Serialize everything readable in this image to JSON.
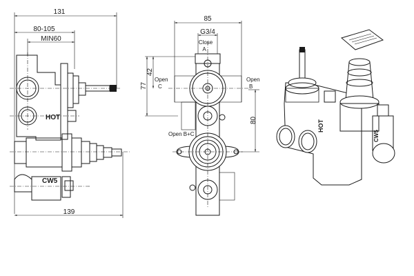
{
  "side_view": {
    "dim_overall_depth": "131",
    "dim_adjust_range": "80-105",
    "dim_min_depth": "MIN60",
    "dim_bottom_depth": "139",
    "label_hot": "HOT",
    "label_cw5": "CW5"
  },
  "front_view": {
    "dim_width": "85",
    "dim_thread": "G3/4",
    "label_close": "Close",
    "label_port_a": "A",
    "dim_42": "42",
    "dim_77": "77",
    "label_open_c": "Open",
    "label_port_c": "C",
    "label_open_b": "Open",
    "label_port_b": "B",
    "dim_80": "80",
    "label_open_bc": "Open B+C"
  },
  "iso_view": {
    "label_hot": "HOT",
    "label_cw5": "CW5"
  }
}
